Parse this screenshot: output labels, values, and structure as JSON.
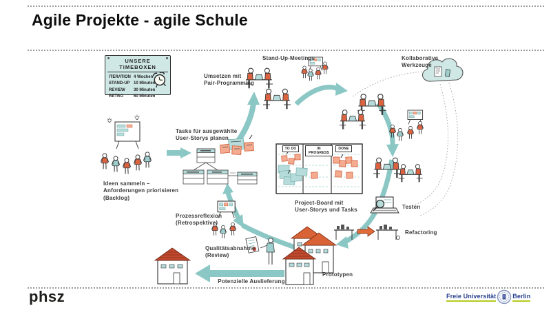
{
  "slide": {
    "title": "Agile Projekte - agile Schule"
  },
  "timebox_panel": {
    "title": "UNSERE TIMEBOXEN",
    "rows": [
      {
        "label": "ITERATION",
        "value": "4 Wochen"
      },
      {
        "label": "STAND-UP",
        "value": "10 Minuten"
      },
      {
        "label": "REVIEW",
        "value": "30 Minuten"
      },
      {
        "label": "RETRO",
        "value": "60 Minuten"
      }
    ],
    "icon": "alarm-clock-icon"
  },
  "diagram": {
    "labels": {
      "standup": "Stand-Up-Meetings",
      "pair_programming": "Umsetzen mit\nPair-Programming",
      "collaborative_tools": "Kollaborative\nWerkzeuge",
      "plan_tasks": "Tasks für ausgewählte\nUser-Storys planen",
      "collect_ideas": "Ideen sammeln –\nAnforderungen priorisieren\n(Backlog)",
      "project_board": "Project-Board mit\nUser-Storys und Tasks",
      "retrospective": "Prozessreflexion\n(Retrospektive)",
      "review": "Qualitätsabnahme\n(Review)",
      "testing": "Testen",
      "refactoring": "Refactoring",
      "prototypes": "Prototypen",
      "delivery": "Potenzielle Auslieferung"
    },
    "project_board_columns": [
      "TO DO",
      "IN PROGRESS",
      "DONE"
    ],
    "colors": {
      "arrow_teal": "#8BC7C4",
      "vest_orange": "#DC6340",
      "vest_teal": "#9CCFCD",
      "panel_teal": "#CFE8E6",
      "sticky_teal": "#B5DCDA",
      "sticky_orange": "#F4AB90"
    }
  },
  "footer": {
    "left_logo": "phsz",
    "fu_logo": {
      "part1": "Freie Universität",
      "part2": "Berlin"
    }
  }
}
